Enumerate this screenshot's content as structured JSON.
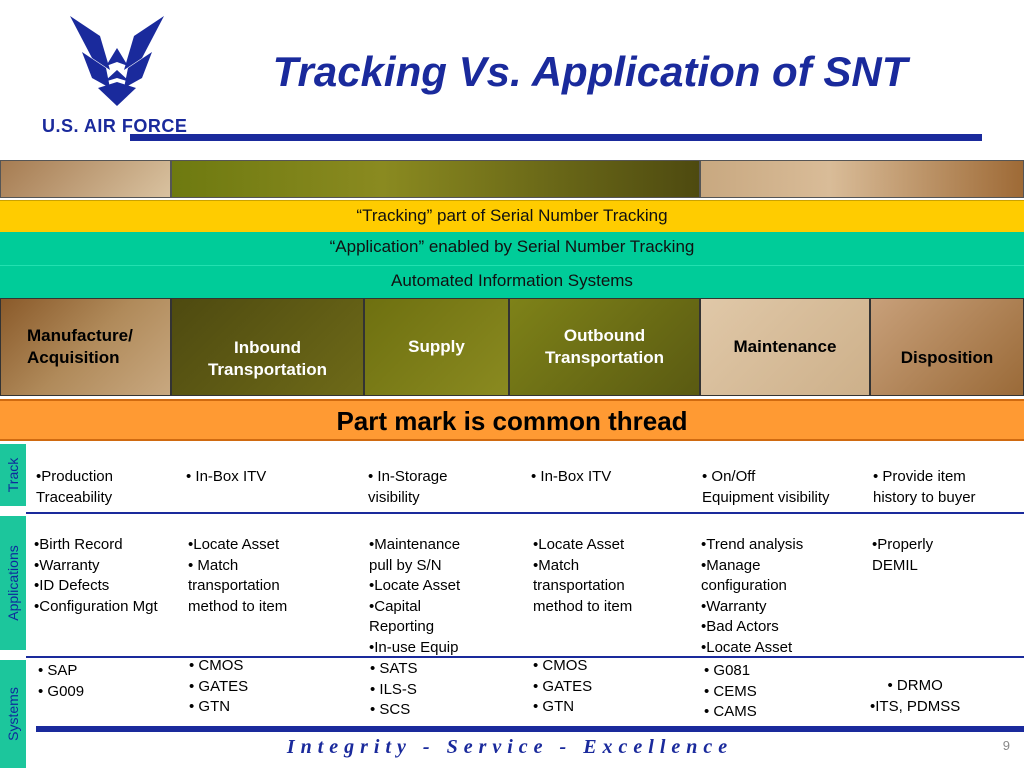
{
  "header": {
    "title": "Tracking Vs. Application of SNT",
    "logo_text": "U.S. AIR FORCE"
  },
  "bands": {
    "tracking": "“Tracking” part of Serial Number Tracking",
    "application": "“Application” enabled by Serial Number Tracking",
    "ais": "Automated Information Systems"
  },
  "phases": [
    "Manufacture/\nAcquisition",
    "Inbound\nTransportation",
    "Supply",
    "Outbound\nTransportation",
    "Maintenance",
    "Disposition"
  ],
  "thread": "Part mark is common thread",
  "side_labels": {
    "track": "Track",
    "applications": "Applications",
    "systems": "Systems"
  },
  "track_row": [
    "•Production\nTraceability",
    "• In-Box ITV",
    "• In-Storage\nvisibility",
    "• In-Box ITV",
    "• On/Off\nEquipment visibility",
    "• Provide item\nhistory to buyer"
  ],
  "applications_row": [
    "•Birth Record\n•Warranty\n•ID Defects\n•Configuration Mgt",
    "•Locate Asset\n• Match\ntransportation\nmethod to item",
    "•Maintenance\npull by S/N\n•Locate Asset\n•Capital\nReporting\n•In-use Equip",
    "•Locate Asset\n•Match\ntransportation\nmethod to item",
    "•Trend analysis\n•Manage\nconfiguration\n•Warranty\n•Bad Actors\n•Locate Asset",
    "•Properly\nDEMIL"
  ],
  "systems_row": [
    "• SAP\n• G009",
    "• CMOS\n• GATES\n• GTN",
    "• SATS\n• ILS-S\n• SCS",
    "• CMOS\n• GATES\n• GTN",
    "• G081\n• CEMS\n• CAMS",
    "• DRMO\n•ITS, PDMSS"
  ],
  "footer": "Integrity - Service - Excellence",
  "page_number": "9",
  "colors": {
    "brand_blue": "#1a2a9c",
    "tracking_yellow": "#ffcc00",
    "application_teal": "#00cc99",
    "thread_orange": "#ff9a33"
  }
}
